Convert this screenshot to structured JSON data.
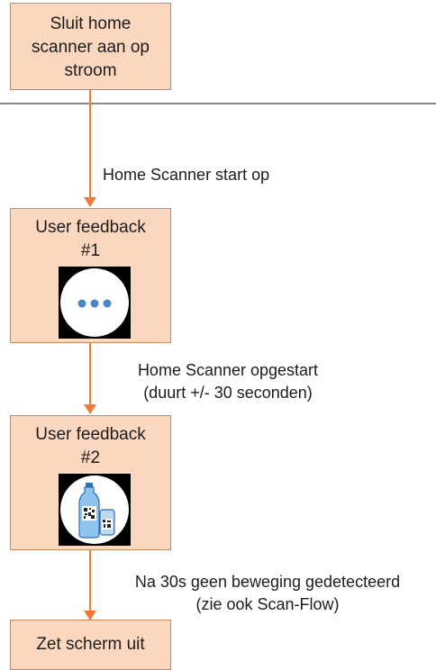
{
  "steps": [
    {
      "lines": [
        "Sluit home",
        "scanner aan op",
        "stroom"
      ]
    },
    {
      "lines": [
        "User feedback",
        "#1"
      ]
    },
    {
      "lines": [
        "User feedback",
        "#2"
      ]
    },
    {
      "lines": [
        "Zet scherm uit"
      ]
    }
  ],
  "transitions": [
    {
      "lines": [
        "Home Scanner start op"
      ]
    },
    {
      "lines": [
        "Home Scanner opgestart",
        "(duurt +/- 30 seconden)"
      ]
    },
    {
      "lines": [
        "Na 30s geen beweging gedetecteerd",
        "(zie ook Scan-Flow)"
      ]
    }
  ],
  "icons": [
    "loading-dots-icon",
    "bottle-and-can-scan-icon"
  ],
  "colors": {
    "box_fill": "#fbd7c0",
    "box_border": "#c98a5e",
    "arrow": "#f07a34",
    "divider": "#8a8a8a"
  }
}
